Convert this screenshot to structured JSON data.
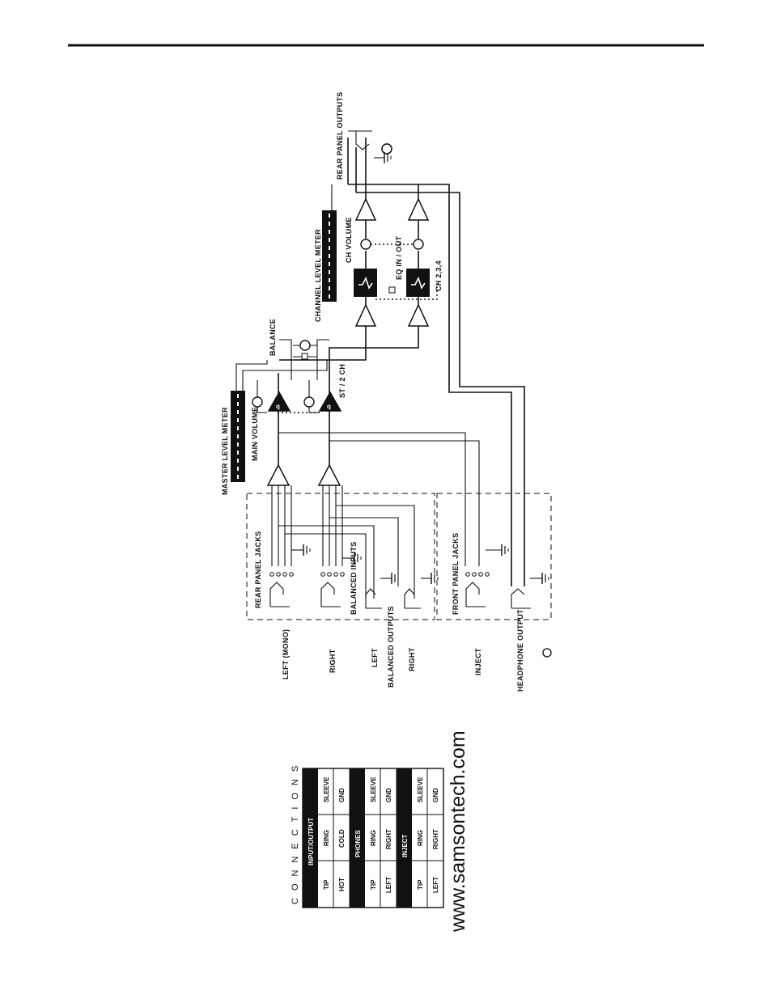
{
  "diagram": {
    "labels": {
      "rear_panel_outputs": "REAR PANEL OUTPUTS",
      "channel_level_meter": "CHANNEL LEVEL METER",
      "ch_volume": "CH VOLUME",
      "eq_in_out": "EQ IN / OUT",
      "ch_234": "CH 2,3,4",
      "balance": "BALANCE",
      "master_level_meter": "MASTER LEVEL METER",
      "main_volume": "MAIN VOLUME",
      "st_2ch": "ST / 2 CH",
      "q_symbol": "q",
      "rear_panel_jacks": "REAR PANEL JACKS",
      "balanced_inputs": "BALANCED INPUTS",
      "front_panel_jacks": "FRONT PANEL JACKS"
    },
    "side_labels": {
      "left_mono": "LEFT (MONO)",
      "right_in": "RIGHT",
      "left_out": "LEFT",
      "balanced_outputs": "BALANCED OUTPUTS",
      "right_out": "RIGHT",
      "inject": "INJECT",
      "headphone_output": "HEADPHONE OUTPUT"
    }
  },
  "connections": {
    "title": "CONNECTIONS",
    "sections": [
      {
        "header": "INPUT/OUTPUT",
        "cols": [
          "TIP",
          "RING",
          "SLEEVE"
        ],
        "vals": [
          "HOT",
          "COLD",
          "GND"
        ]
      },
      {
        "header": "PHONES",
        "cols": [
          "TIP",
          "RING",
          "SLEEVE"
        ],
        "vals": [
          "LEFT",
          "RIGHT",
          "GND"
        ]
      },
      {
        "header": "INJECT",
        "cols": [
          "TIP",
          "RING",
          "SLEEVE"
        ],
        "vals": [
          "LEFT",
          "RIGHT",
          "GND"
        ]
      }
    ]
  },
  "footer": {
    "url": "www.samsontech.com"
  }
}
